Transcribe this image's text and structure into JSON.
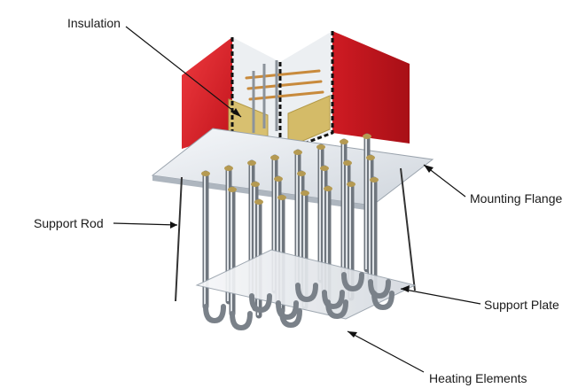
{
  "labels": {
    "insulation": "Insulation",
    "support_rod": "Support Rod",
    "mounting_flange": "Mounting Flange",
    "support_plate": "Support Plate",
    "heating_elements": "Heating Elements"
  },
  "colors": {
    "housing_front": "#e0202a",
    "housing_side": "#c4161f",
    "insulation": "#d9c27a",
    "flange": "#e9edf3",
    "plate": "#eef1f5",
    "element": "#9aa1a9",
    "stud": "#b59a52"
  }
}
